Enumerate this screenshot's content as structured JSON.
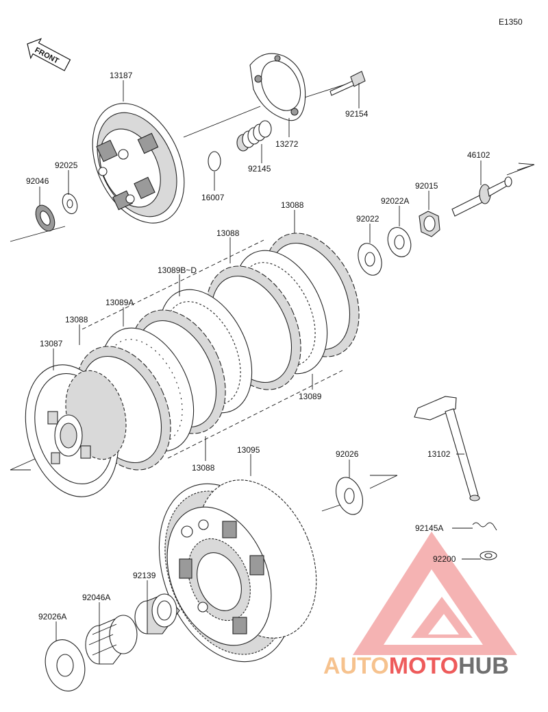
{
  "diagram_code": "E1350",
  "front_label": "FRONT",
  "parts": {
    "p13187": "13187",
    "p13272": "13272",
    "p92154": "92154",
    "p92145": "92145",
    "p16007": "16007",
    "p92025": "92025",
    "p92046": "92046",
    "p46102": "46102",
    "p92015": "92015",
    "p92022A": "92022A",
    "p92022": "92022",
    "p13088_top": "13088",
    "p13088_mid": "13088",
    "p13089BD": "13089B~D",
    "p13089A": "13089A",
    "p13088_left": "13088",
    "p13087": "13087",
    "p13089": "13089",
    "p13088_bot": "13088",
    "p13095": "13095",
    "p92026": "92026",
    "p13102": "13102",
    "p92145A": "92145A",
    "p92200": "92200",
    "p92139": "92139",
    "p92046A": "92046A",
    "p92026A": "92026A"
  },
  "watermark": {
    "part1": "AUTO",
    "part2": "MOTO",
    "part3": "HUB",
    "color1": "#f6c28e",
    "color2": "#ee5b5b",
    "color3": "#6f6f6f",
    "logo_color": "#f29a9a"
  }
}
